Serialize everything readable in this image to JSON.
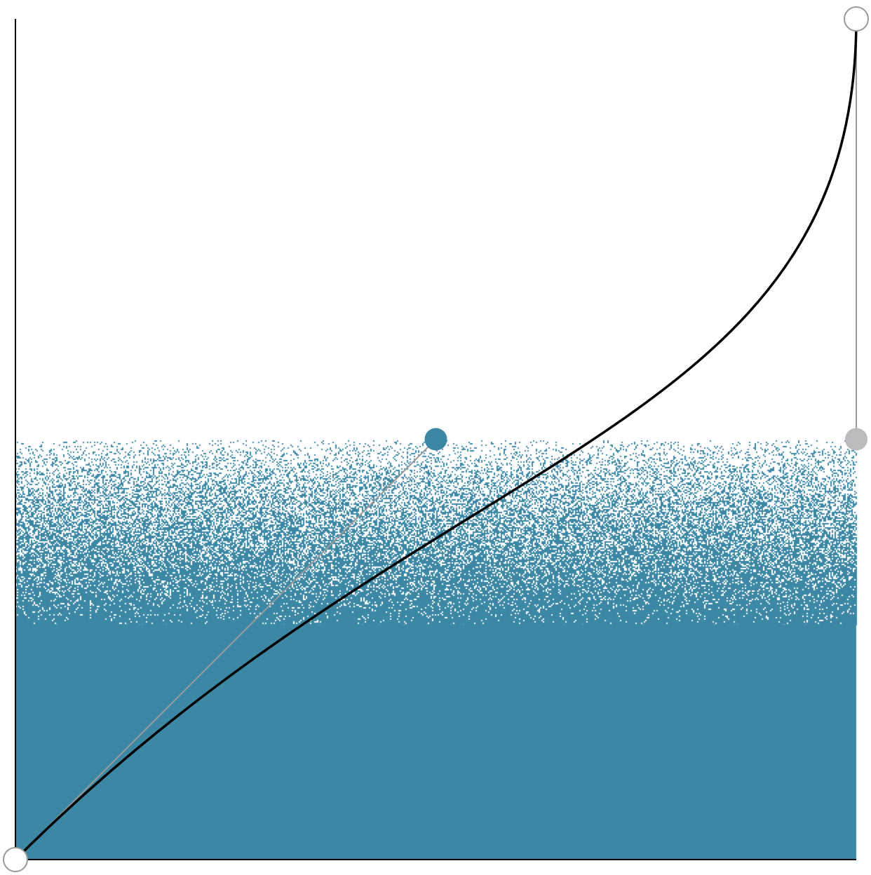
{
  "editor": {
    "type": "cubic-bezier-easing-curve-editor",
    "curve": {
      "p0": [
        0,
        0
      ],
      "p1": [
        0.5,
        0.5
      ],
      "p2": [
        1,
        0.5
      ],
      "p3": [
        1,
        1
      ]
    },
    "noise_band": {
      "solid_below": 0.28,
      "fade_top": 0.5
    },
    "colors": {
      "fill": "#3c87a4",
      "curve": "#000000",
      "axis": "#000000",
      "handle_line": "#999999",
      "active_handle": "#3c87a4",
      "inactive_handle": "#bbbbbb",
      "endpoint_fill": "#ffffff",
      "endpoint_stroke": "#999999"
    }
  }
}
